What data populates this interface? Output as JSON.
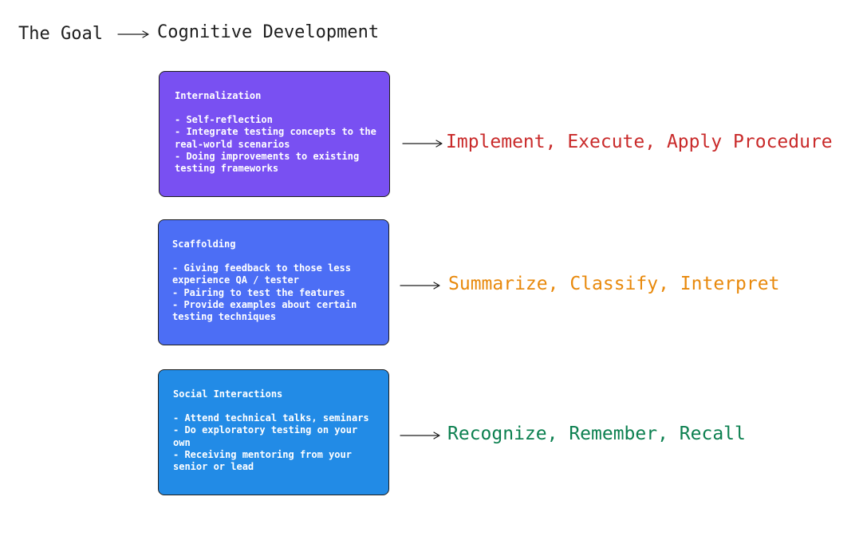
{
  "header": {
    "goal_label": "The Goal",
    "goal_target": "Cognitive Development"
  },
  "stages": [
    {
      "title": "Internalization",
      "color": "#7950f2",
      "items": [
        "- Self-reflection",
        "- Integrate testing concepts to the real-world scenarios",
        "- Doing improvements to existing testing frameworks"
      ],
      "outcome": "Implement, Execute, Apply Procedure",
      "outcome_color": "#c92a2a"
    },
    {
      "title": "Scaffolding",
      "color": "#4c6ef5",
      "items": [
        "- Giving feedback to those less experience QA / tester",
        "- Pairing to test the features",
        "- Provide examples about certain testing techniques"
      ],
      "outcome": "Summarize, Classify, Interpret",
      "outcome_color": "#e8890c"
    },
    {
      "title": "Social Interactions",
      "color": "#228be6",
      "items": [
        "- Attend technical talks, seminars",
        "- Do exploratory testing on your own",
        "- Receiving mentoring from your senior or lead"
      ],
      "outcome": "Recognize, Remember, Recall",
      "outcome_color": "#0c8050"
    }
  ]
}
